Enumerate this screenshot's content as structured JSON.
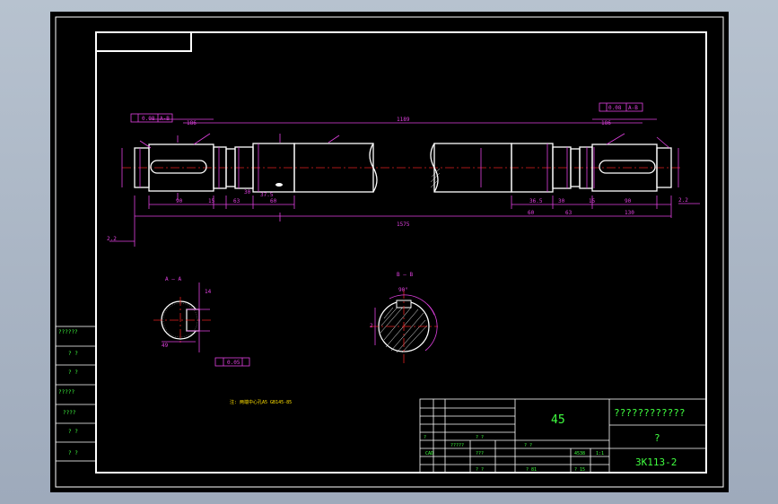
{
  "drawing": {
    "section_a_label": "A — A",
    "section_b_label": "B — B",
    "dims": {
      "total_length": "1575",
      "center_span": "1189",
      "left_offset": "186",
      "right_offset": "186",
      "left_chamfer": "2.2",
      "right_chamfer": "2.2",
      "left_segments": [
        "90",
        "15",
        "63",
        "30",
        "60"
      ],
      "left_segment_37": "37.5",
      "right_segments": [
        "36.5",
        "60",
        "30",
        "63",
        "15",
        "90",
        "130"
      ],
      "left_tol": "0.08",
      "right_tol": "0.08",
      "datum": "A-B",
      "sec_a_diameter": "49",
      "sec_a_width": "14",
      "sec_a_tol": "0.05",
      "sec_b_top": "90°",
      "sec_b_left": "2"
    },
    "note": "注: 两端中心孔A5 GB145-85"
  },
  "left_table": [
    "??????",
    "? ?",
    "? ?",
    "?????",
    "????",
    "? ?",
    "? ?"
  ],
  "title_block": {
    "material": "45",
    "company": "????????????",
    "part_name": "?",
    "drawing_number": "3K113-2",
    "cad": "CAD",
    "scale": "1:1",
    "weight": "4538",
    "q_cells": [
      "?",
      "? ?",
      "?????",
      "? ?",
      "???",
      "? ?"
    ],
    "sheet_a": "? 81",
    "sheet_b": "? 15"
  },
  "colors": {
    "outline": "#ffffff",
    "dimension": "#e040e0",
    "centerline": "#e02020",
    "text_green": "#40ff40"
  }
}
